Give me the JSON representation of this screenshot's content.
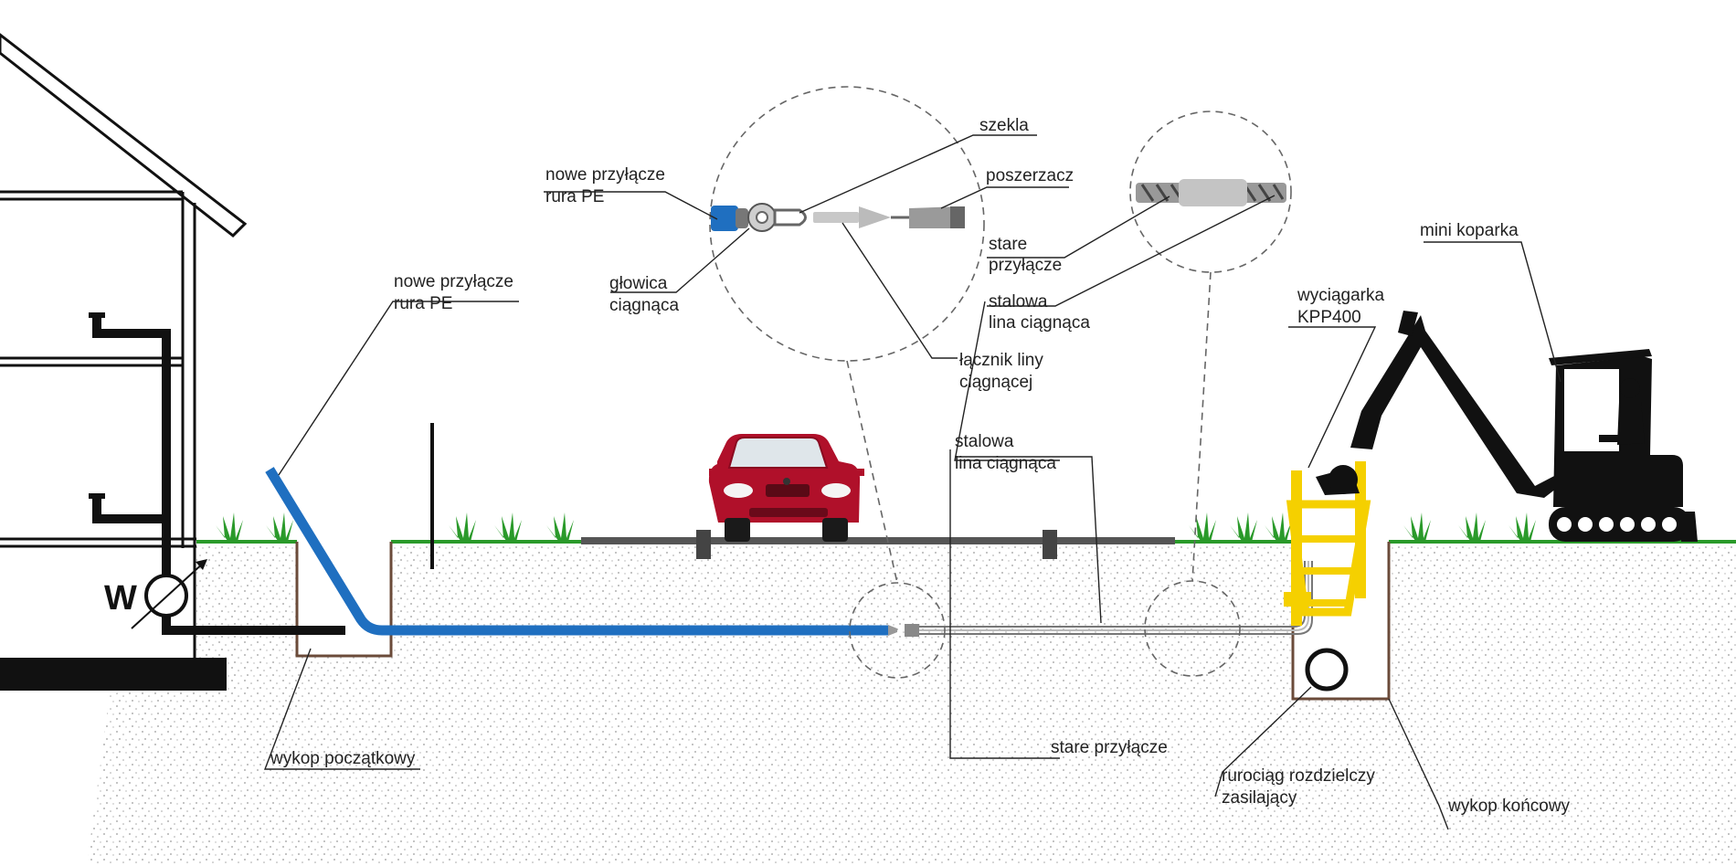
{
  "labels": {
    "new_connection_pipe_left": [
      "nowe przyłącze",
      "rura PE"
    ],
    "initial_trench": "wykop początkowy",
    "new_connection_pipe_detail": [
      "nowe przyłącze",
      "rura PE"
    ],
    "pulling_head": [
      "głowica",
      "ciągnąca"
    ],
    "shackle": "szekla",
    "expander": "poszerzacz",
    "old_connection_detail": [
      "stare",
      "przyłącze"
    ],
    "steel_rope_detail": [
      "stalowa",
      "lina ciągnąca"
    ],
    "rope_connector": [
      "łącznik liny",
      "ciągnącej"
    ],
    "steel_rope_main": [
      "stalowa",
      "lina ciągnąca"
    ],
    "old_connection_main": "stare przyłącze",
    "winch": [
      "wyciągarka",
      "KPP400"
    ],
    "mini_excavator": "mini koparka",
    "distribution_main": [
      "rurociąg rozdzielczy",
      "zasilający"
    ],
    "final_trench": "wykop końcowy",
    "water_meter": "W"
  },
  "colors": {
    "pe_pipe": "#1f6fc0",
    "grass": "#2a9a2a",
    "winch": "#f5d000",
    "car": "#b0102a",
    "trench_outline": "#6b4b3a",
    "ground_dots": "#9a9a9a"
  }
}
